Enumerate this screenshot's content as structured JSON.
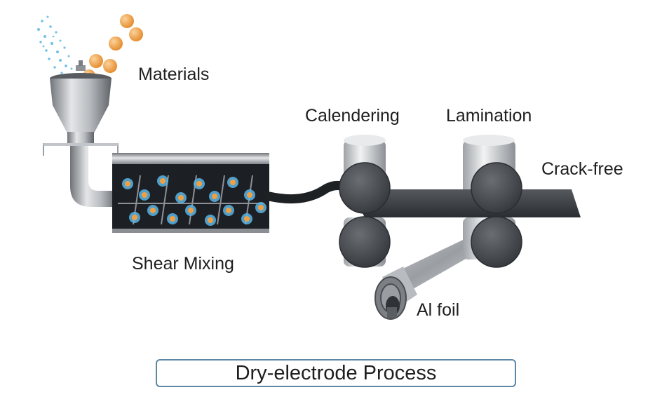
{
  "labels": {
    "materials": "Materials",
    "calendering": "Calendering",
    "lamination": "Lamination",
    "crack_free": "Crack-free",
    "shear_mixing": "Shear Mixing",
    "al_foil": "Al foil"
  },
  "title": "Dry-electrode Process",
  "colors": {
    "particle_orange": "#f0a043",
    "particle_blue": "#5ab6e6",
    "roller": "#4c5055",
    "steel": "#a9adb2",
    "film": "#3a3d41",
    "title_border": "#5e87a6"
  },
  "icons": [
    "hopper-icon",
    "mixer-icon",
    "roller-icon",
    "foil-roll-icon"
  ]
}
